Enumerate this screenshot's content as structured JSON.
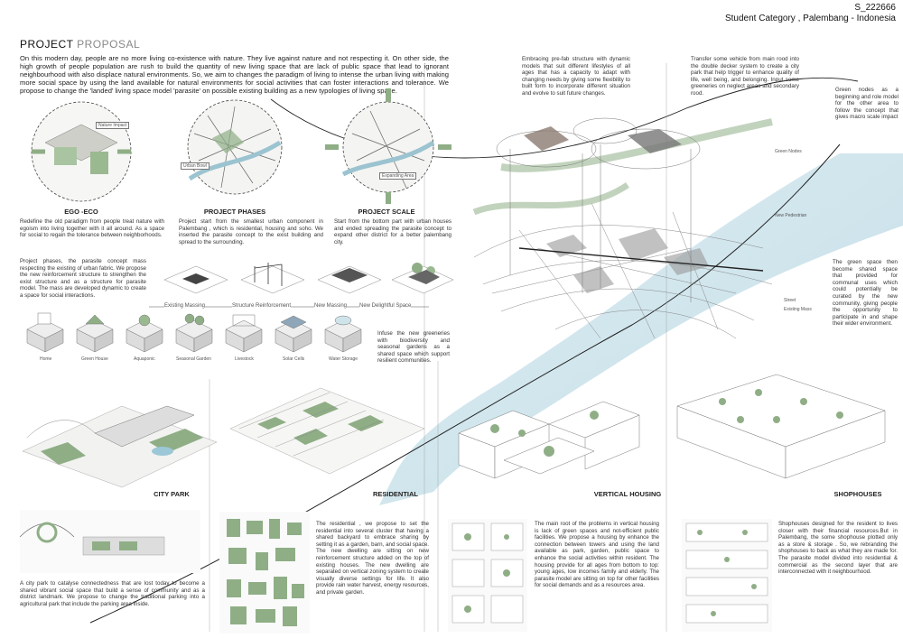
{
  "header": {
    "id": "S_222666",
    "category": "Student Category , Palembang - Indonesia"
  },
  "proposal": {
    "title_a": "PROJECT",
    "title_b": " PROPOSAL",
    "intro": "On this modern day, people are no more living co-existence with nature. They live against nature and not respecting it. On other side, the high growth of people population are rush to build the quantity of new living space that are lack of public space that lead to ignorant neighbourhood with also displace natural environments. So, we aim to changes the paradigm of living to intense the urban living with making more social space by using the land available for natural environments for social activities that can foster interactions and tolerance. We propose to change the 'landed' living space model 'parasite' on possible existing building as a new typologies of living space."
  },
  "concepts": [
    {
      "title": "EGO -ECO",
      "text": "Redefine the old paradigm from people treat nature with egoism into living together with it all around. As a space for social to regain the tolerance between neighborhoods.",
      "tag": "Nature Impact"
    },
    {
      "title": "PROJECT PHASES",
      "text": "Project start from the smallest urban component in Palembang , which is residential, housing and soho. We inserted the parasite concept to the exist building and spread to the surrounding.",
      "tag": "Urban Bowl"
    },
    {
      "title": "PROJECT SCALE",
      "text": "Start from the bottom part with urban houses and ended spreading the parasite concept to expand other district for a better palembang city.",
      "tag": "Expanding Area"
    }
  ],
  "phases_text": "Project phases, the parasite concept mass respecting the existing of urban fabric. We propose the new reinforcement structure to strengthen the exist structure and as a structure for parasite model. The mass are developed dynamic to create a space for social interactions.",
  "phases": [
    "Existing Massing",
    "Structure Reinforcement",
    "New Massing",
    "New Delightful Space"
  ],
  "modules": [
    "Home",
    "Green House",
    "Aquaponic",
    "Seasonal Garden",
    "Livestock",
    "Solar Cells",
    "Water Storage"
  ],
  "modules_text": "Infuse the new greeneries with biodiversity and seasonal gardens as a shared space which support resilient communities.",
  "top_notes": [
    "Embracing pre-fab structure with dynamic models that suit different lifestyles of all ages that has a capacity to adapt with changing needs by giving some flexibility to built form to incorporate different situation and evolve to suit future changes.",
    "Transfer some vehicle from main rood into the double decker system to create a city park that help trigger to enhance quality of life, well being, and belonging. Input some greeneries on neglect areas and secondary rood.",
    "Green nodes as a beginning and role model for the other area to follow the concept that gives macro scale impact"
  ],
  "map_labels": [
    "Green Nodes",
    "New Pedestrian",
    "Street",
    "Existing Mass"
  ],
  "right_text": "The green space then become shared space that provided for communal uses which could potentially be curated by the new community, giving people the opportunity to participate in and shape their wider environment.",
  "typologies": [
    {
      "title": "CITY PARK",
      "text": "A city park to catalyse connectedness that are lost today to become a shared vibrant social space that build a sense of community and as a district landmark. We propose to change the traditional parking into a agricultural park that include the parking area inside."
    },
    {
      "title": "RESIDENTIAL",
      "text": "The residential , we propose to set the residential into several cluster that having a shared backyard to embrace sharing by setting it as a garden, barn, and social space. The new dwelling are sitting on new reinforcement structure added on the top of existing houses. The new dwelling are separated on vertical zoning system to create visually diverse settings for life. It also provide rain water harvest, energy resources, and private garden."
    },
    {
      "title": "VERTICAL HOUSING",
      "text": "The main root of the problems in vertical housing is lack of green spaces and not-efficient public facilities. We propose a housing by enhance the connection between towers and using the land available as park, garden, public space to enhance the social activities within resident. The housing provide for all ages from bottom to top: young ages, low incomes family and elderly. The parasite model are sitting on top for other facilities for social demands and as a resources area."
    },
    {
      "title": "SHOPHOUSES",
      "text": "Shophouses designed for the resident to lives closer with their financial resources.But in Palembang, the some shophouse plotted only as a store & storage . So, we rebranding the shophouses to back as what they are made for. The parasite model divided into residential & commercial as the second layer that are interconnected with it neighbourhood."
    }
  ],
  "colors": {
    "green": "#8fae86",
    "river": "#cfe3ea",
    "line": "#555555"
  }
}
